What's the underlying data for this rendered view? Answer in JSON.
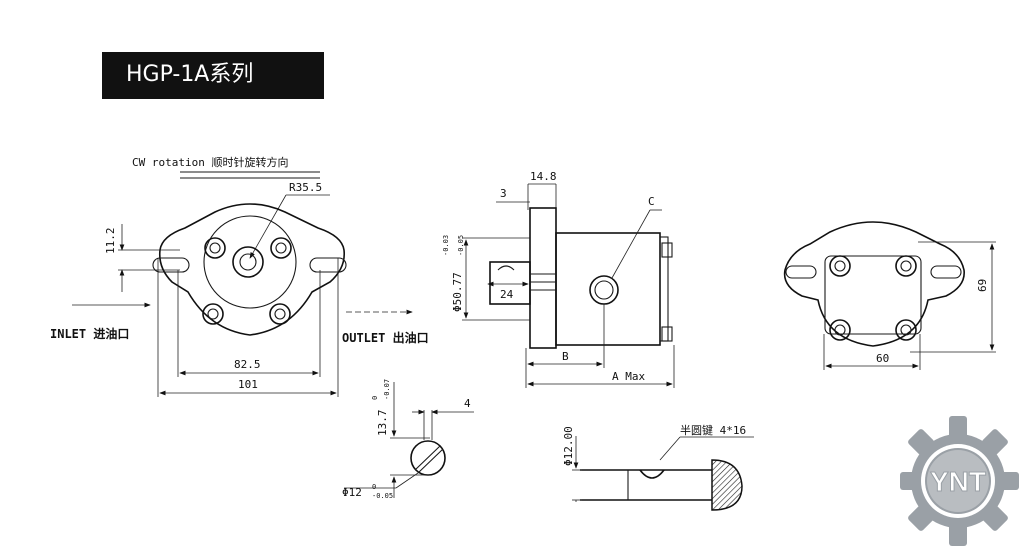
{
  "header": {
    "title": "HGP-1A系列"
  },
  "front_view": {
    "rotation_label": "CW rotation  顺时针旋转方向",
    "radius": "R35.5",
    "height_dim": "11.2",
    "bolt_spacing": "82.5",
    "width": "101",
    "inlet_label": "INLET 进油口",
    "outlet_label": "OUTLET 出油口"
  },
  "side_view": {
    "flange_thickness": "14.8",
    "shaft_step": "3",
    "port_label": "C",
    "pilot_diameter": "Φ50.77",
    "pilot_tol_upper": "-0.03",
    "pilot_tol_lower": "-0.05",
    "shaft_length": "24",
    "dim_b": "B",
    "dim_a": "A Max"
  },
  "rear_view": {
    "height": "69",
    "width": "60"
  },
  "shaft_end": {
    "height": "13.7",
    "height_tol_upper": "0",
    "height_tol_lower": "-0.07",
    "key_width": "4",
    "diameter": "Φ12",
    "diameter_tol_upper": "0",
    "diameter_tol_lower": "-0.05"
  },
  "key_detail": {
    "diameter": "Φ12.00",
    "key_label": "半圆键 4*16"
  },
  "logo": {
    "text": "YNT",
    "color": "#9aa0a6"
  }
}
